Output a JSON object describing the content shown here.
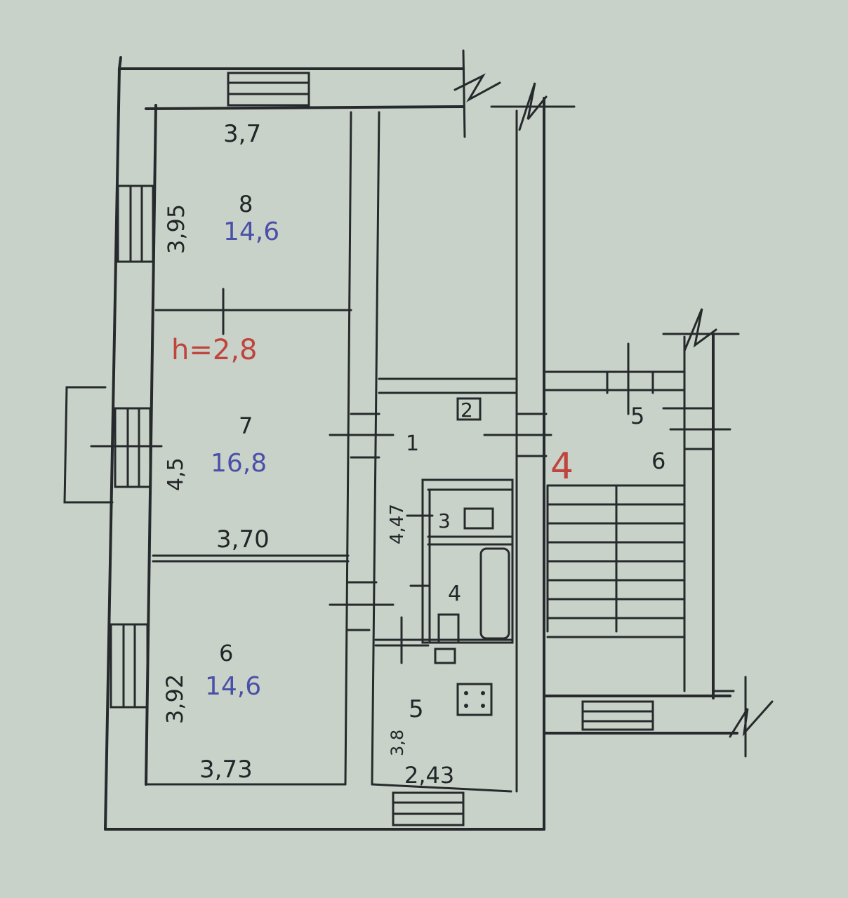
{
  "plan": {
    "colors": {
      "paper": "#c9d2c9",
      "ink": "#262a2c",
      "area_ink": "#4a50a8",
      "note_ink": "#c0443e"
    },
    "dimensions": {
      "room8_width": "3,7",
      "room8_length": "3,95",
      "room7_length": "4,5",
      "room7_width": "3,70",
      "room6_length": "3,92",
      "room6_width": "3,73",
      "hall_length": "4,47",
      "kitchen_width": "2,43",
      "kitchen_length": "3,8"
    },
    "rooms": {
      "room8": {
        "number": "8",
        "area": "14,6"
      },
      "room7": {
        "number": "7",
        "area": "16,8"
      },
      "room6": {
        "number": "6",
        "area": "14,6"
      },
      "hall": {
        "number": "1"
      },
      "closet": {
        "number": "2"
      },
      "wc": {
        "number": "3"
      },
      "bath": {
        "number": "4"
      },
      "kitchen": {
        "number": "5"
      },
      "vestibule": {
        "number": "5"
      },
      "stair": {
        "number": "6"
      }
    },
    "ceiling_height": "h=2,8",
    "apartment_number": "4"
  }
}
